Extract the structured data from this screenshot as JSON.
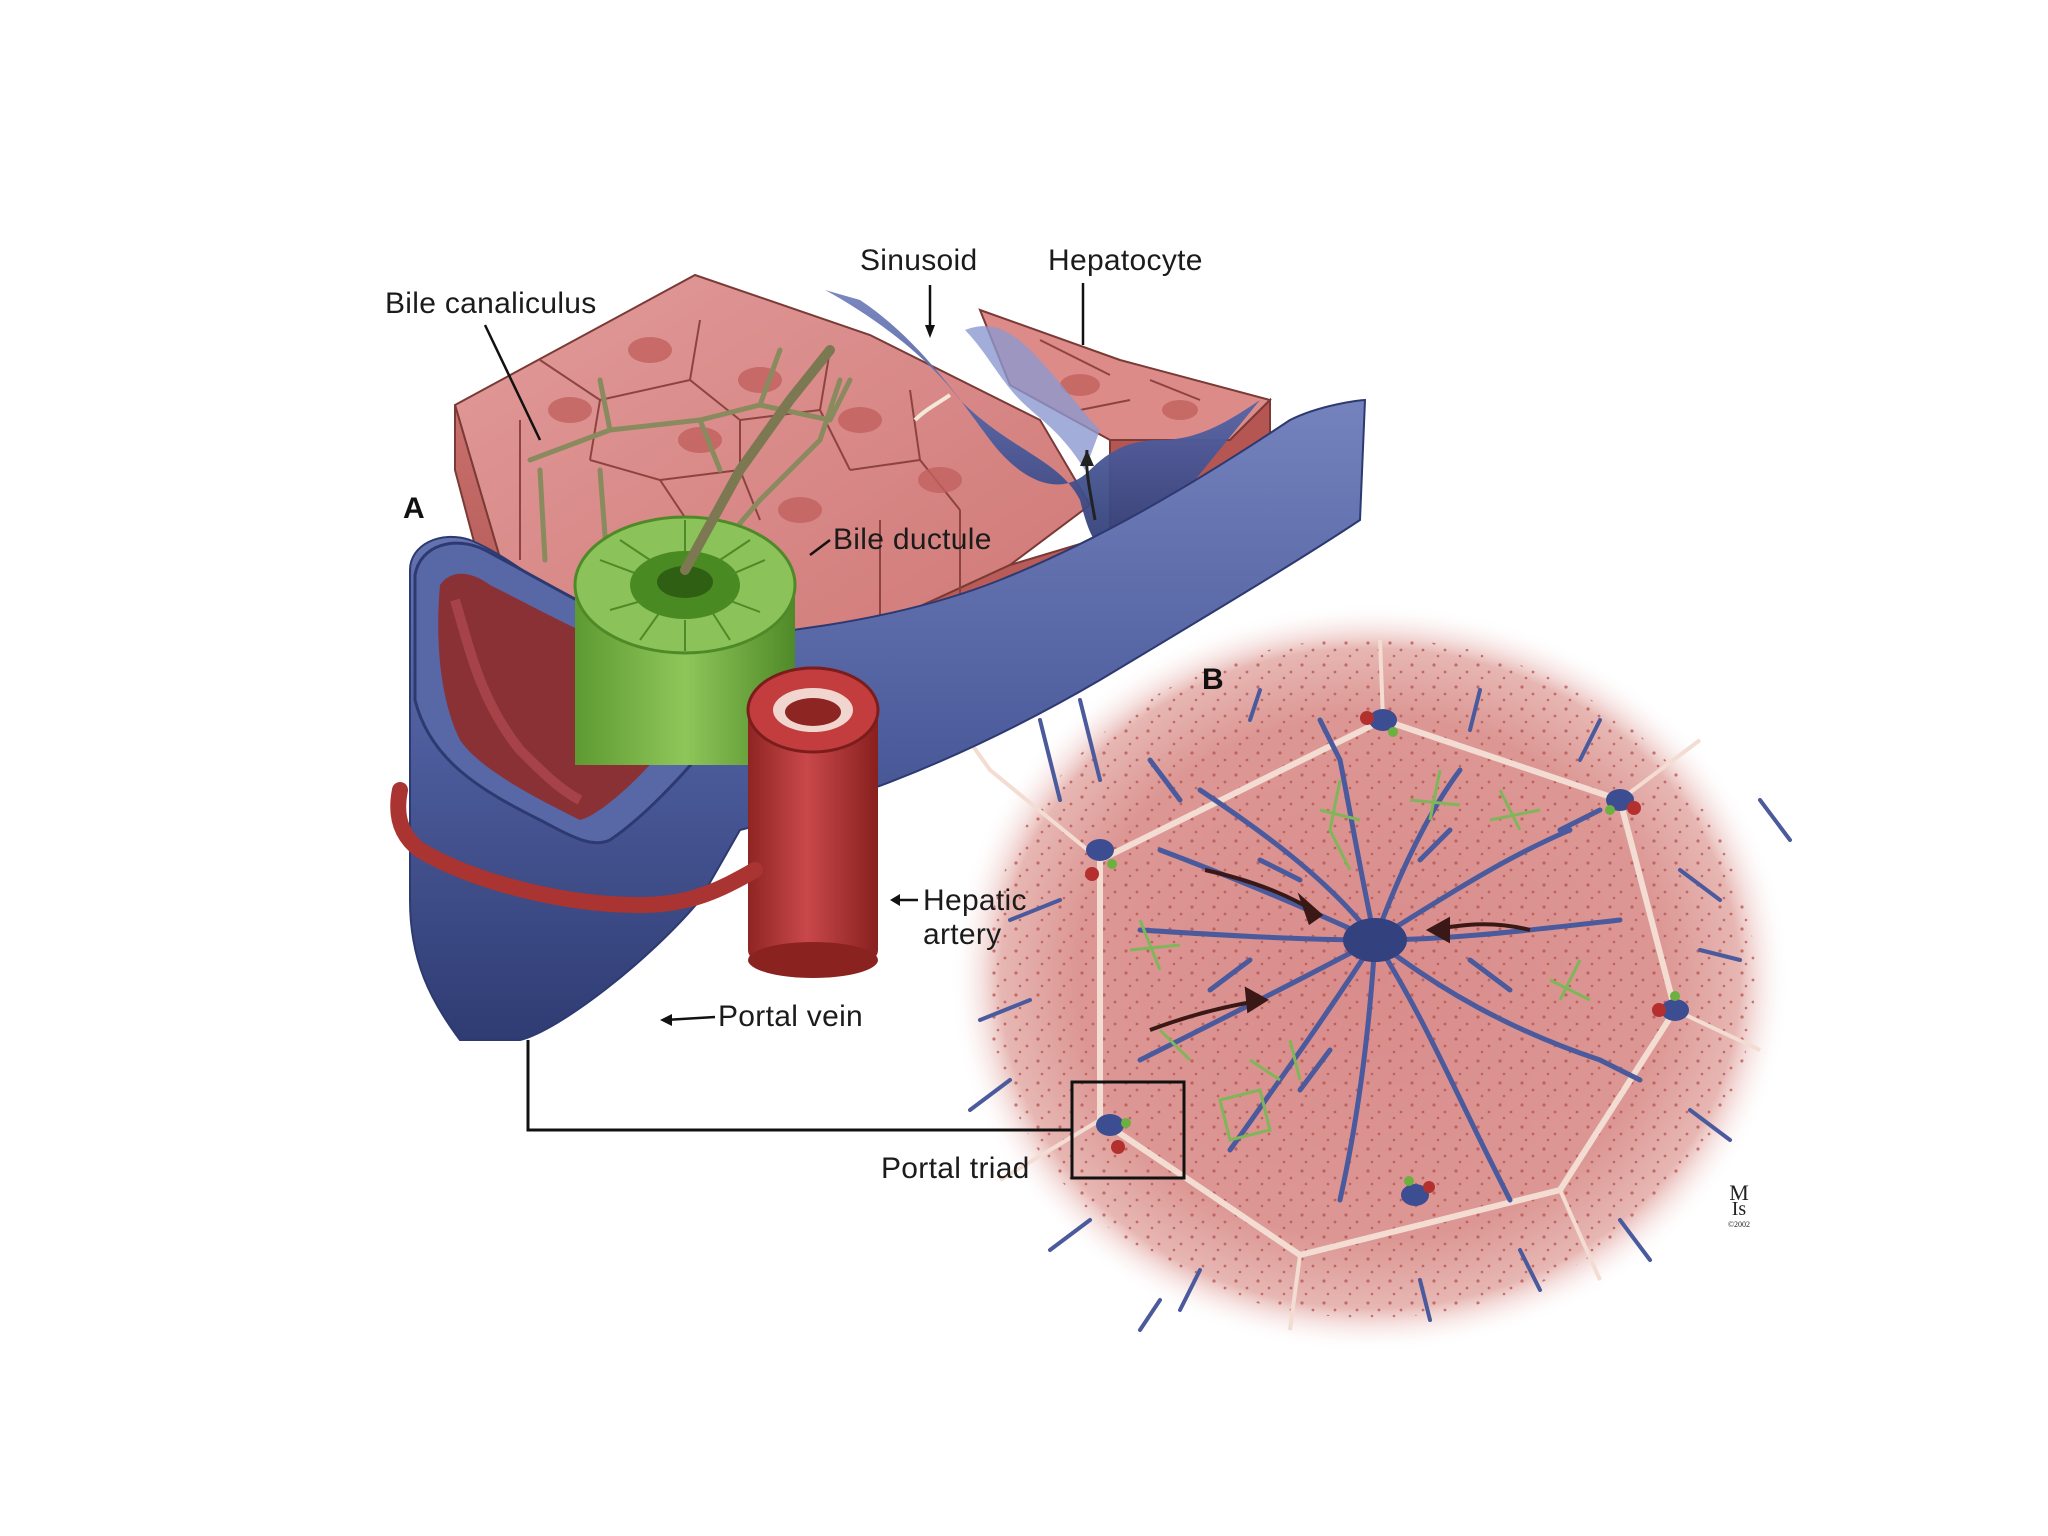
{
  "panels": {
    "a": "A",
    "b": "B"
  },
  "labels": {
    "bile_canaliculus": "Bile canaliculus",
    "sinusoid": "Sinusoid",
    "hepatocyte": "Hepatocyte",
    "bile_ductule": "Bile ductule",
    "hepatic_artery_line1": "Hepatic",
    "hepatic_artery_line2": "artery",
    "portal_vein": "Portal vein",
    "portal_triad": "Portal triad"
  },
  "signature": {
    "line1": "M",
    "line2": "Is",
    "line3": "©2002"
  },
  "colors": {
    "hepatocyte": "#d77f80",
    "vein": "#4e5e9e",
    "artery": "#b73a37",
    "bile": "#76b043",
    "lobule_bg": "#dd9a98"
  }
}
